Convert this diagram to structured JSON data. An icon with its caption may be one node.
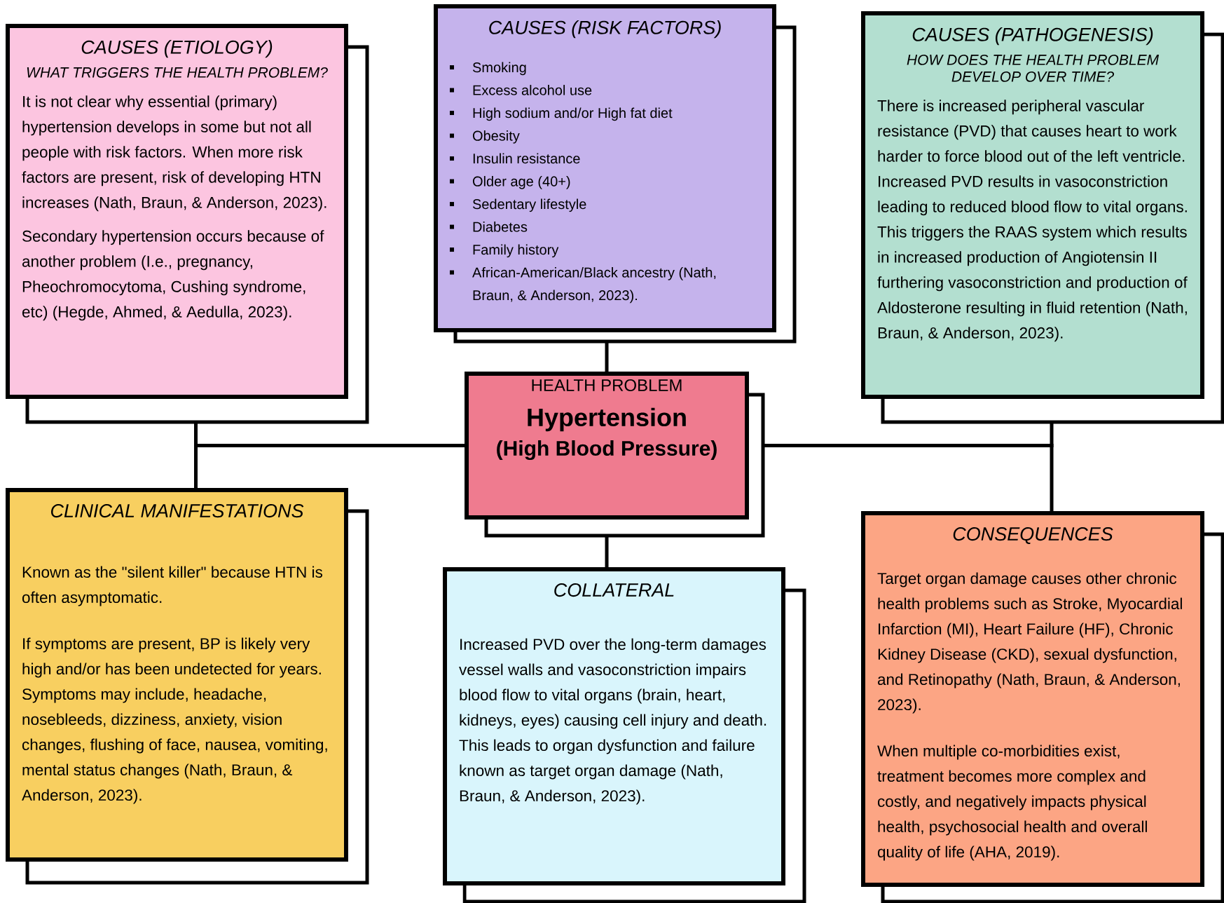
{
  "diagram": {
    "nodes": [
      {
        "text": [
          "CAUSES (ETIOLOGY)",
          "WHAT TRIGGERS THE HEALTH PROBLEM?",
          "It is not clear why essential (primary) hypertension develops in some but not all people with risk factors. When more risk factors are present, risk of developing HTN increases (Nath, Braun, & Anderson, 2023).",
          "Secondary hypertension occurs because of another problem (I.e., pregnancy, Pheochromocytoma, Cushing syndrome, etc) (Hegde, Ahmed, & Aedulla, 2023)."
        ]
      },
      {
        "text": [
          "CAUSES (RISK FACTORS)",
          "Smoking",
          "Excess alcohol use",
          "High sodium and/or High fat diet",
          "Obesity",
          "Insulin resistance",
          "Older age (40+)",
          "Sedentary lifestyle",
          "Diabetes",
          "Family history",
          "African-American/Black ancestry (Nath, Braun, & Anderson, 2023)."
        ]
      },
      {
        "text": [
          "CAUSES (PATHOGENESIS)",
          "HOW DOES THE HEALTH PROBLEM DEVELOP OVER TIME?",
          "There is increased peripheral vascular resistance (PVD) that causes heart to work harder to force blood out of the left ventricle. Increased PVD results in vasoconstriction leading to reduced blood flow to vital organs. This triggers the RAAS system which results in increased production of Angiotensin II furthering vasoconstriction and production of Aldosterone resulting in fluid retention (Nath, Braun, & Anderson, 2023)."
        ]
      },
      {
        "text": [
          "HEALTH PROBLEM",
          "Hypertension",
          "(High Blood Pressure)"
        ]
      },
      {
        "text": [
          "CLINICAL MANIFESTATIONS",
          "Known as the \"silent killer\" because HTN is often asymptomatic.",
          "If symptoms are present, BP is likely very high and/or has been undetected for years. Symptoms may include, headache, nosebleeds, dizziness, anxiety, vision changes, flushing of face, nausea, vomiting, mental status changes (Nath, Braun, & Anderson, 2023)."
        ]
      },
      {
        "text": [
          "COLLATERAL",
          "Increased PVD over the long-term damages vessel walls and vasoconstriction impairs blood flow to vital organs (brain, heart, kidneys, eyes) causing cell injury and death. This leads to organ dysfunction and failure known as target organ damage (Nath, Braun, & Anderson, 2023)."
        ]
      },
      {
        "text": [
          "CONSEQUENCES",
          "Target organ damage causes other chronic health problems such as Stroke, Myocardial Infarction (MI), Heart Failure (HF), Chronic Kidney Disease (CKD), sexual dysfunction, and Retinopathy (Nath, Braun, & Anderson, 2023).",
          "When multiple co-morbidities exist, treatment becomes more complex and costly, and negatively impacts physical health, psychosocial health and overall quality of life (AHA, 2019)."
        ]
      }
    ],
    "edges": [
      {
        "from": 3,
        "to": 0,
        "arrow": "none"
      },
      {
        "from": 3,
        "to": 1,
        "arrow": "none"
      },
      {
        "from": 3,
        "to": 2,
        "arrow": "none"
      },
      {
        "from": 3,
        "to": 4,
        "arrow": "none"
      },
      {
        "from": 3,
        "to": 5,
        "arrow": "none"
      },
      {
        "from": 3,
        "to": 6,
        "arrow": "none"
      }
    ]
  }
}
